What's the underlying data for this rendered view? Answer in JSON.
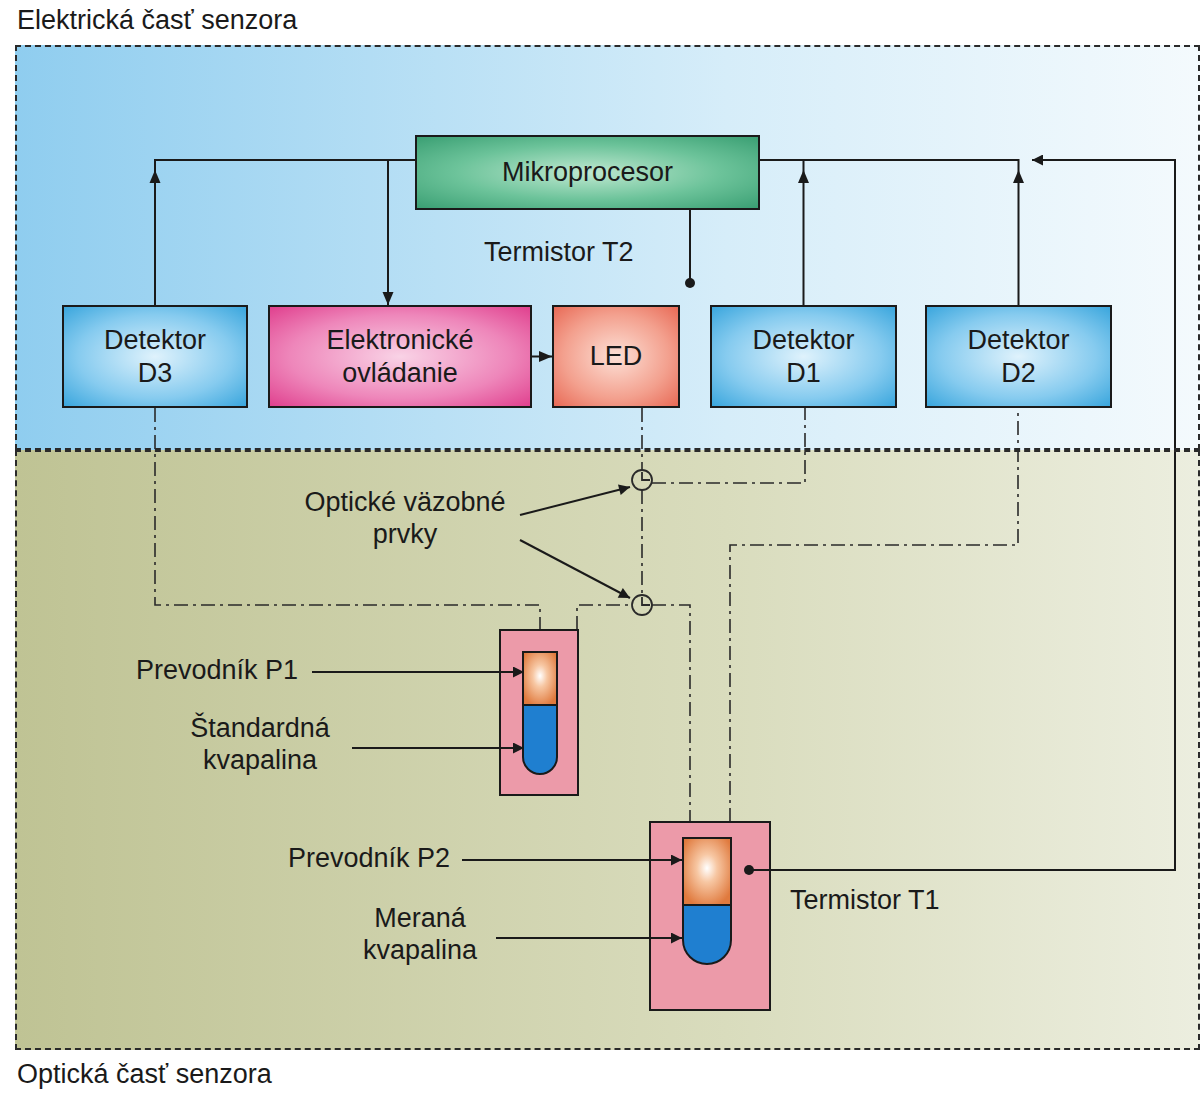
{
  "diagram": {
    "nodes": [
      {
        "text": [
          "Elektrická časť senzora"
        ]
      },
      {
        "text": [
          "Mikroprocesor"
        ],
        "in": 0
      },
      {
        "text": [
          "Detektor D3"
        ],
        "in": 0
      },
      {
        "text": [
          "Elektronické ovládanie"
        ],
        "in": 0
      },
      {
        "text": [
          "LED"
        ],
        "in": 0
      },
      {
        "text": [
          "Detektor D1"
        ],
        "in": 0
      },
      {
        "text": [
          "Detektor D2"
        ],
        "in": 0
      },
      {
        "text": [
          "Optická časť senzora"
        ]
      }
    ],
    "edges": [
      {
        "from": 2,
        "to": 1,
        "arrow": "to"
      },
      {
        "from": 1,
        "to": 3,
        "arrow": "to"
      },
      {
        "from": 3,
        "to": 4,
        "arrow": "to"
      },
      {
        "from": 5,
        "to": 1,
        "arrow": "to"
      },
      {
        "from": 6,
        "to": 1,
        "arrow": "to"
      }
    ],
    "labels": [
      "Termistor T2",
      "Optické väzobné prvky",
      "Prevodník P1",
      "Štandardná kvapalina",
      "Prevodník P2",
      "Meraná kvapalina",
      "Termistor T1"
    ]
  }
}
